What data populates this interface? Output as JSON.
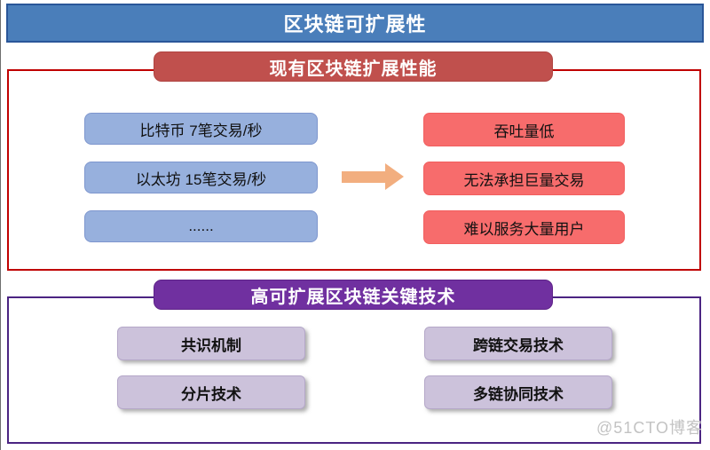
{
  "title_bar": {
    "text": "区块链可扩展性",
    "bg_color": "#4a7eba",
    "border_color": "#2a5699"
  },
  "section_current": {
    "header": "现有区块链扩展性能",
    "header_bg": "#c0504d",
    "border_color": "#c00000",
    "left_items": [
      {
        "label": "比特币 7笔交易/秒"
      },
      {
        "label": "以太坊 15笔交易/秒"
      },
      {
        "label": "......"
      }
    ],
    "arrow_icon": "right-arrow",
    "arrow_color": "#f2ae7f",
    "right_items": [
      {
        "label": "吞吐量低"
      },
      {
        "label": "无法承担巨量交易"
      },
      {
        "label": "难以服务大量用户"
      }
    ],
    "left_box_color": "#97b0dd",
    "right_box_color": "#f76c6c"
  },
  "section_tech": {
    "header": "高可扩展区块链关键技术",
    "header_bg": "#7030a0",
    "border_color": "#4b2482",
    "items": [
      {
        "label": "共识机制"
      },
      {
        "label": "分片技术"
      },
      {
        "label": "跨链交易技术"
      },
      {
        "label": "多链协同技术"
      }
    ],
    "box_color": "#ccc2db"
  },
  "watermark": {
    "text": "@51CTO博客"
  }
}
